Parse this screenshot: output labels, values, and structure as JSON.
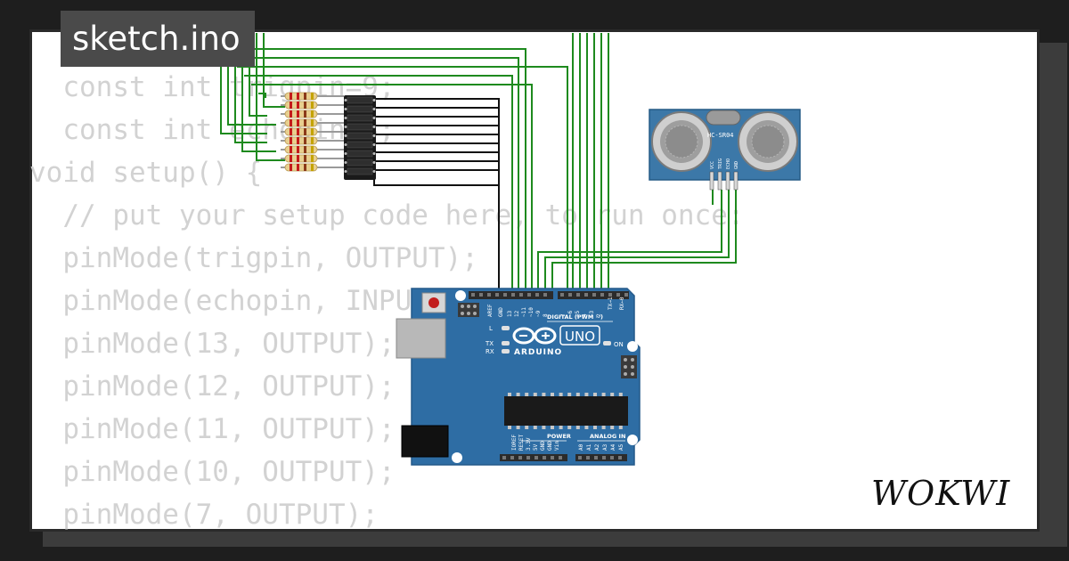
{
  "project": {
    "title": "sketch.ino"
  },
  "brand": {
    "name": "WOKWI"
  },
  "code": {
    "lines": [
      "  const int trigpin=9;",
      "  const int echopin=8;",
      "void setup() {",
      "  // put your setup code here, to run once:",
      "  pinMode(trigpin, OUTPUT);",
      "  pinMode(echopin, INPUT);",
      "  pinMode(13, OUTPUT);",
      "  pinMode(12, OUTPUT);",
      "  pinMode(11, OUTPUT);",
      "  pinMode(10, OUTPUT);",
      "  pinMode(7, OUTPUT);"
    ]
  },
  "arduino": {
    "model": "UNO",
    "brand": "ARDUINO",
    "label_digital": "DIGITAL (PWM ~)",
    "label_power": "POWER",
    "label_analog": "ANALOG IN",
    "label_on": "ON",
    "label_l": "L",
    "label_tx": "TX",
    "label_rx": "RX",
    "label_tx1": "TX→1",
    "label_rx0": "RX←0",
    "top_pins": [
      "AREF",
      "GND",
      "13",
      "12",
      "~11",
      "~10",
      "~9",
      "8",
      "7",
      "~6",
      "~5",
      "4",
      "~3",
      "2"
    ],
    "bottom_power_pins": [
      "IOREF",
      "RESET",
      "3.3V",
      "5V",
      "GND",
      "GND",
      "Vin"
    ],
    "bottom_analog_pins": [
      "A0",
      "A1",
      "A2",
      "A3",
      "A4",
      "A5"
    ]
  },
  "sensor": {
    "model": "HC-SR04",
    "pins": [
      "VCC",
      "TRIG",
      "ECHO",
      "GND"
    ]
  },
  "colors": {
    "background": "#1e1e1e",
    "card": "#ffffff",
    "badge": "#4a4a4a",
    "wire_green": "#1e8a1e",
    "wire_black": "#111111",
    "arduino_blue": "#2e6da4",
    "sensor_blue": "#3c78a8",
    "code_text": "#d2d2d2"
  }
}
